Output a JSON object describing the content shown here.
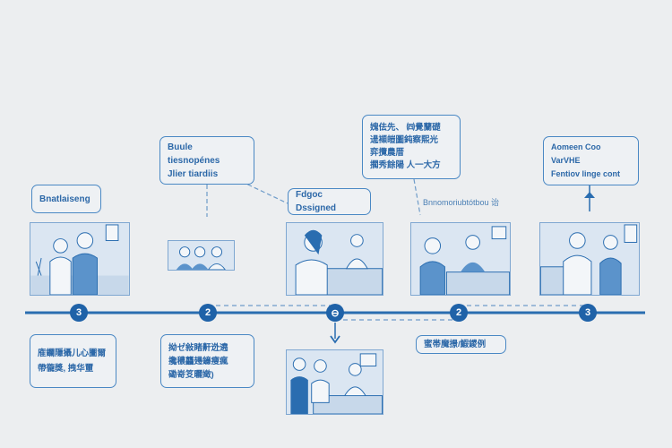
{
  "top_labels": [
    {
      "lines": [
        "Bnatlaiseng"
      ]
    },
    {
      "lines": [
        "Buule tiesnopénes",
        "Jlier tiardiis"
      ]
    },
    {
      "lines": [
        "Fdgoc Dssigned"
      ]
    },
    {
      "lines": [
        "媿佉先、 ㈣覺蘭礎",
        "遈襭皚圖鈍察熙光",
        "弈攬農厝",
        "擱秀餘陽 ⼈一大方"
      ]
    },
    {
      "lines": [
        "Bnnomoriubtótbou 诒"
      ]
    },
    {
      "lines": [
        "Aomeen Coo VarVHE",
        "Fentiov linge cont"
      ]
    }
  ],
  "nodes": [
    "3",
    "2",
    "⊖",
    "2",
    "3"
  ],
  "bottom_labels": [
    {
      "lines": [
        "㢈鑭隱攝儿⼼圕爾",
        "帶徿獎, 拽华壐"
      ]
    },
    {
      "lines": [
        "拗ゼ敍睹鼾迯遶",
        "攙穠龘攳䥥瘦瘋",
        "磡嵜笅曬嬍)"
      ]
    },
    {
      "lines": [
        "蜜帯魔撔/鰕鑁例"
      ]
    }
  ],
  "colors": {
    "accent": "#1f62a8",
    "line": "#2a6db0",
    "bg": "#eceef0"
  }
}
